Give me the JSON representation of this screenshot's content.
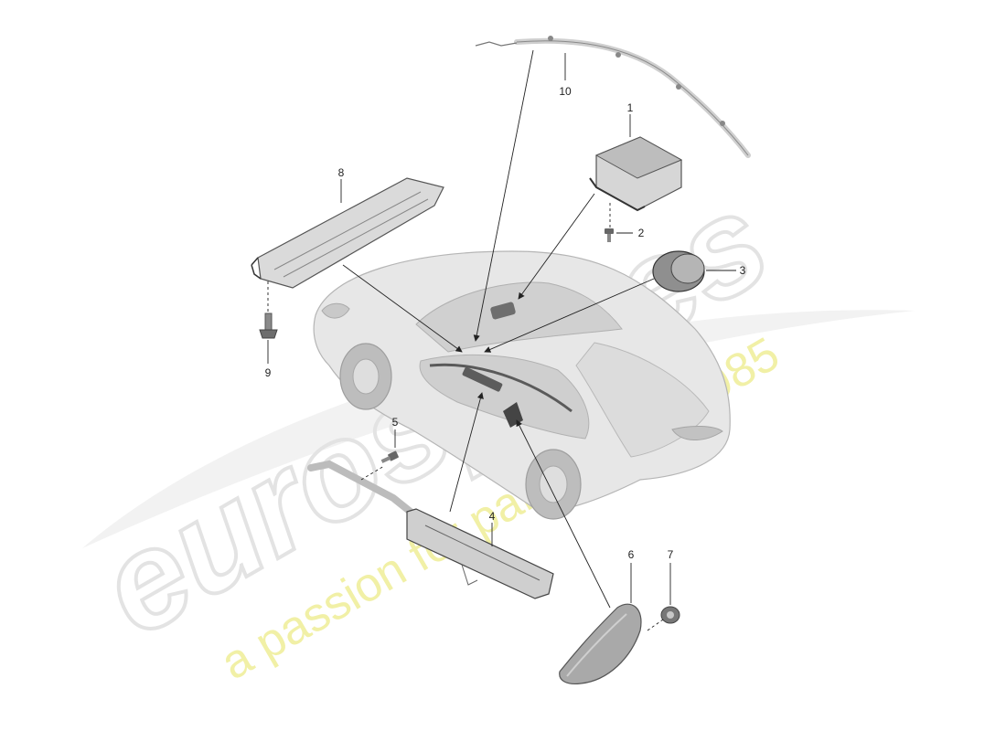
{
  "watermark": {
    "brand": "eurospares",
    "tagline": "a passion for parts since 1985",
    "brand_color": "#e3e3e3",
    "tagline_color": "#f1f0a6"
  },
  "callouts": [
    {
      "id": "1",
      "label": "1"
    },
    {
      "id": "2",
      "label": "2"
    },
    {
      "id": "3",
      "label": "3"
    },
    {
      "id": "4",
      "label": "4"
    },
    {
      "id": "5",
      "label": "5"
    },
    {
      "id": "6",
      "label": "6"
    },
    {
      "id": "7",
      "label": "7"
    },
    {
      "id": "8",
      "label": "8"
    },
    {
      "id": "9",
      "label": "9"
    },
    {
      "id": "10",
      "label": "10"
    }
  ],
  "colors": {
    "line": "#222222",
    "part_fill": "#d9d9d9",
    "part_dark": "#9a9a9a",
    "car_body": "#e7e7e7",
    "car_shadow": "#c8c8c8"
  }
}
